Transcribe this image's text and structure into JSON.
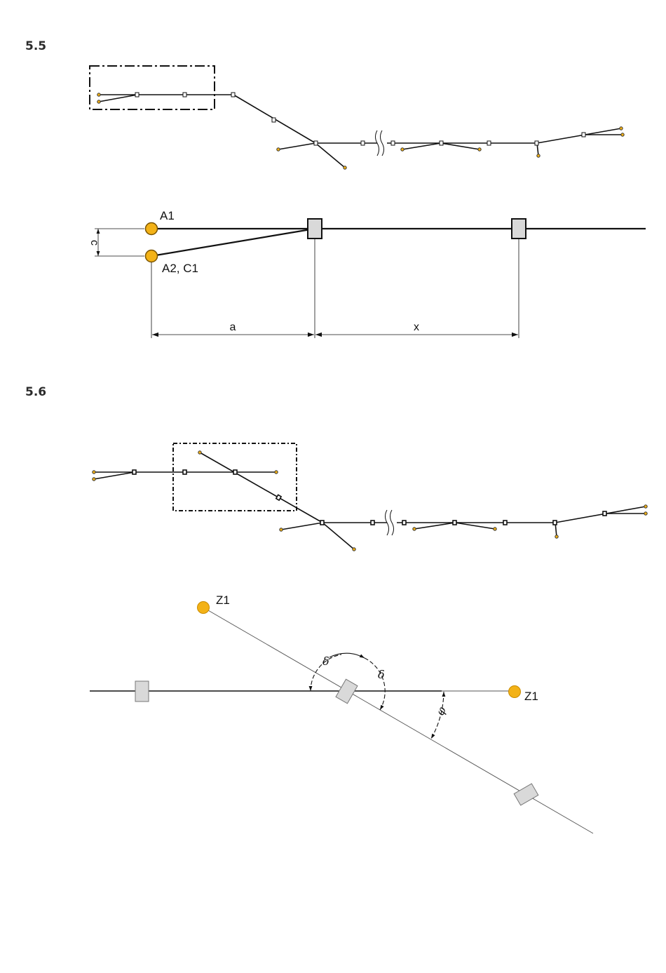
{
  "sections": [
    {
      "id": "5.5",
      "label": "5.5"
    },
    {
      "id": "5.6",
      "label": "5.6"
    }
  ],
  "fig55": {
    "point_a1": "A1",
    "point_a2c1": "A2, C1",
    "dim_c": "c",
    "dim_a": "a",
    "dim_x": "x"
  },
  "fig56": {
    "point_z1_top": "Z1",
    "point_z1_right": "Z1",
    "angle_delta_left": "δ",
    "angle_delta_right": "δ",
    "angle_phi": "φ"
  },
  "colors": {
    "point_fill": "#f3b217",
    "point_stroke": "#7a5400",
    "sleeper_fill": "#d9d9d9",
    "line": "#111111"
  }
}
